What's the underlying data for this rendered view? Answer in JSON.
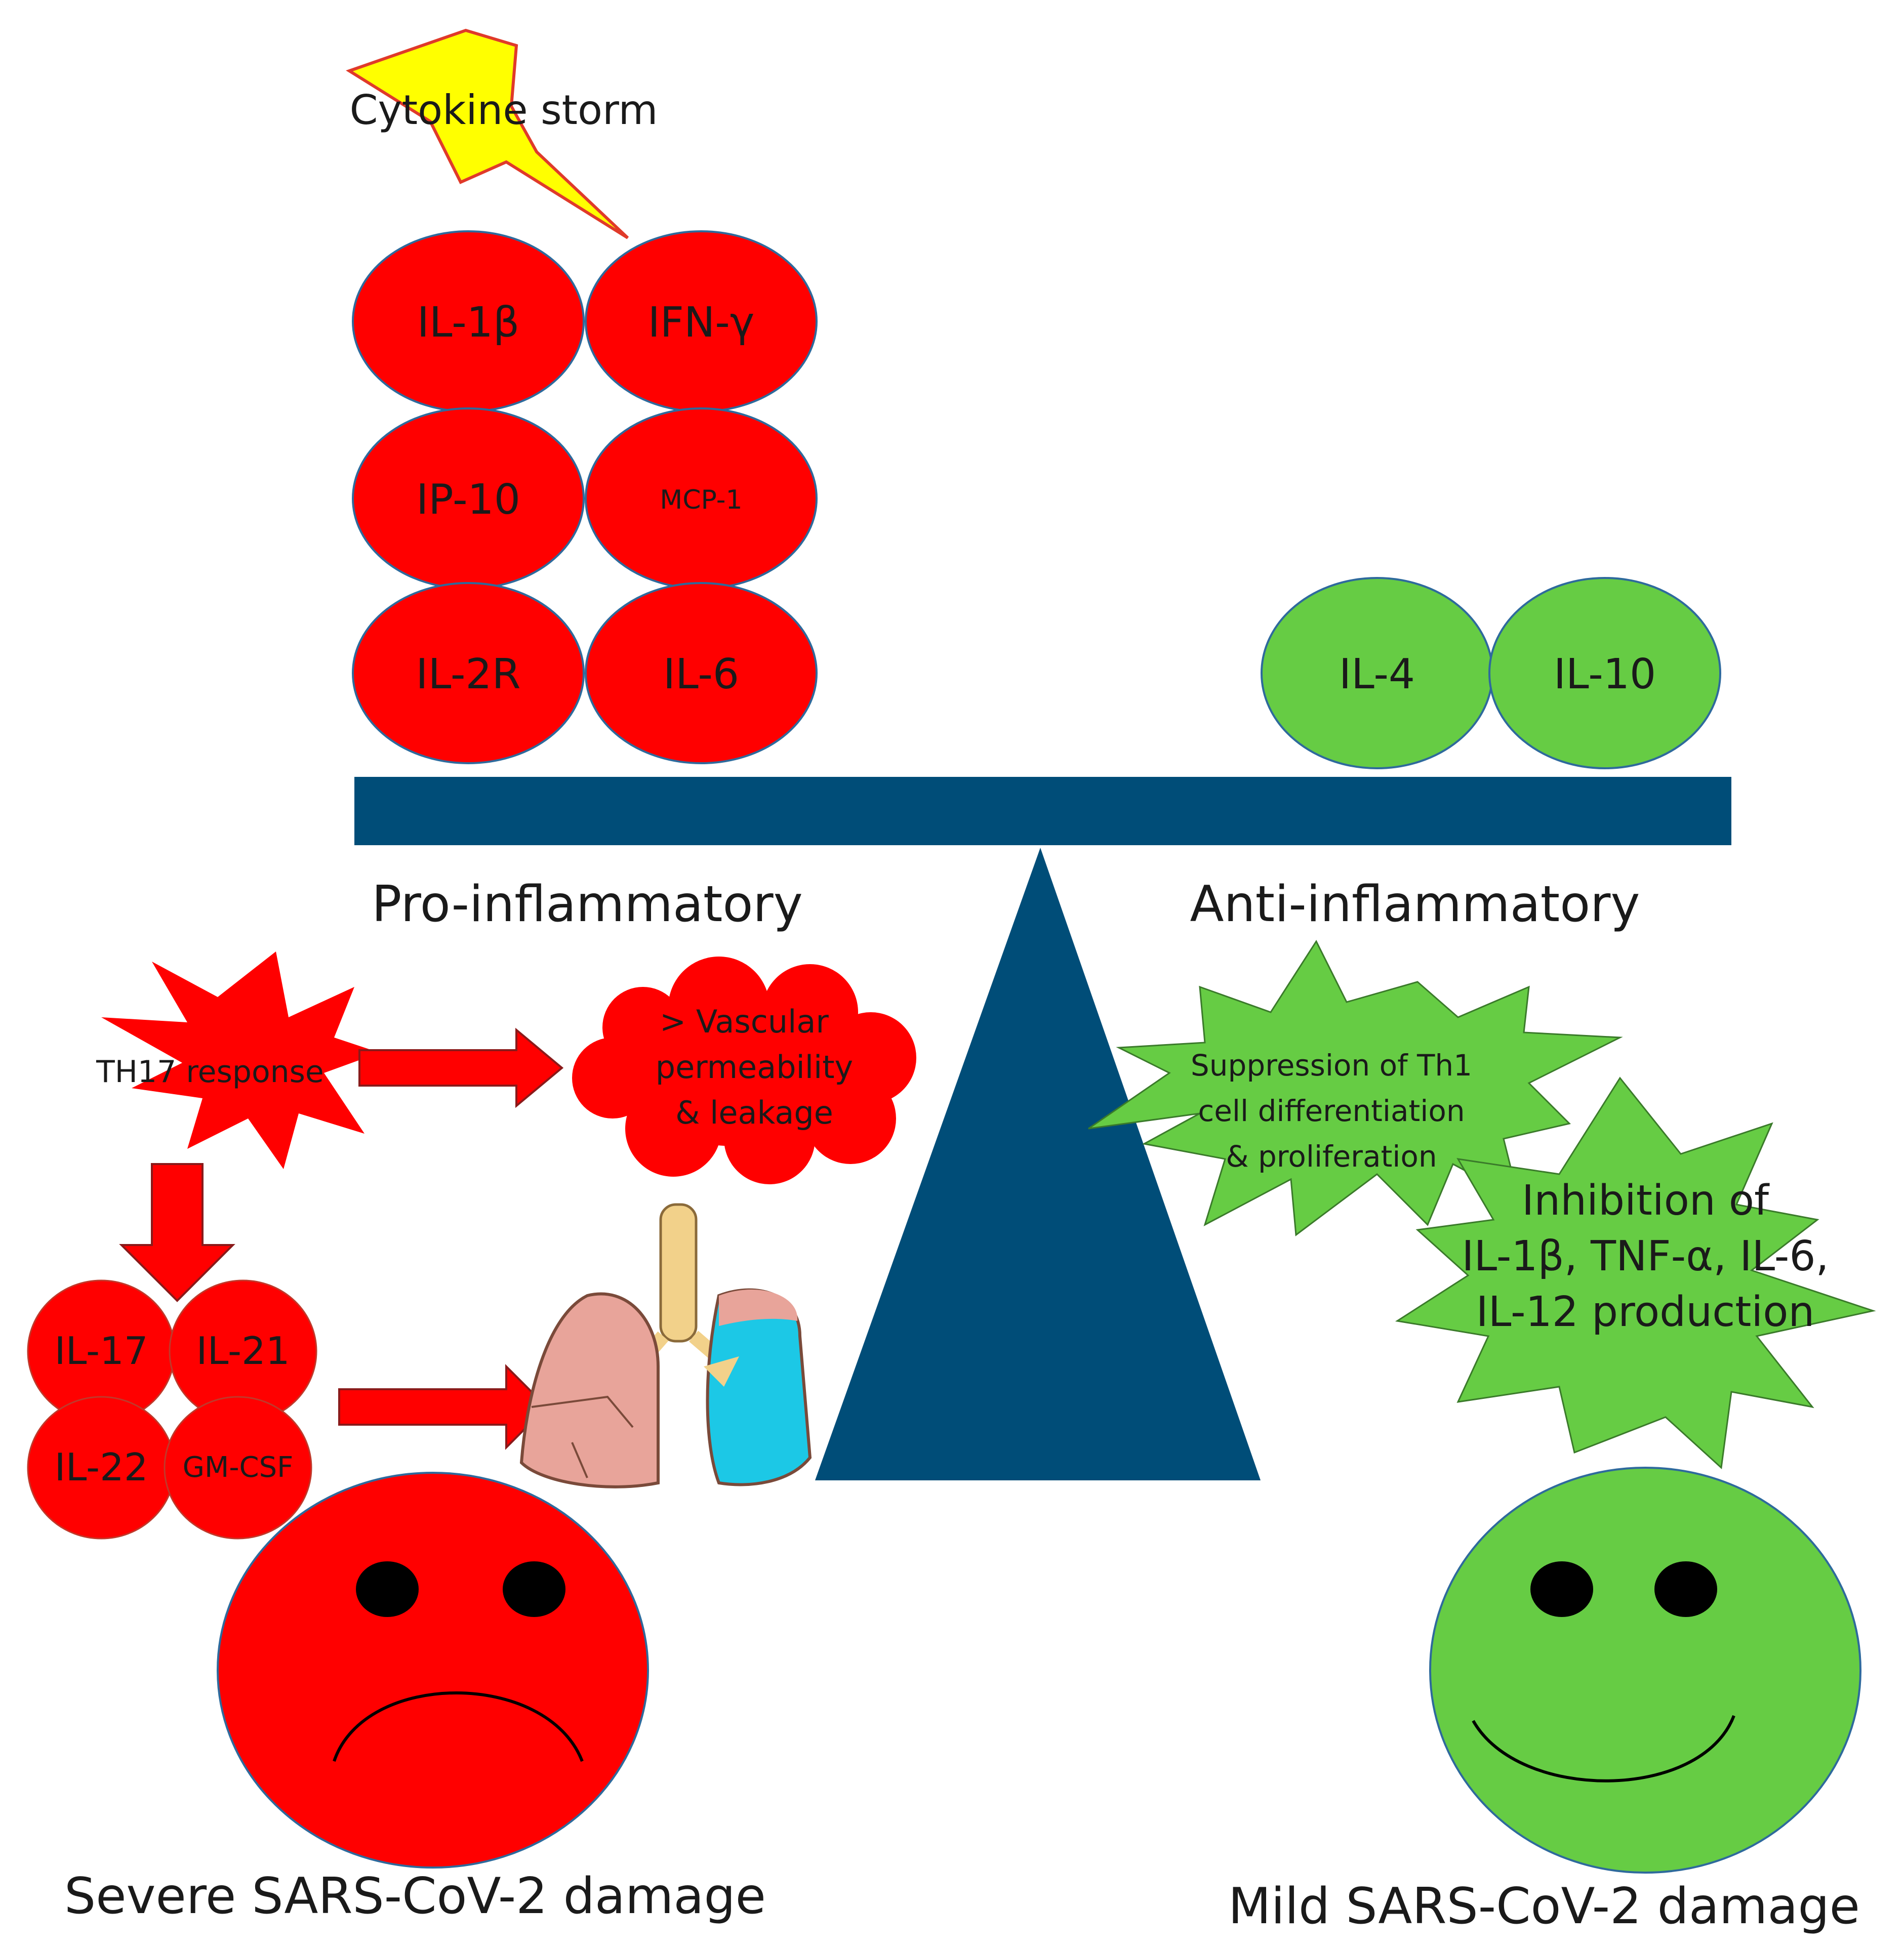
{
  "colors": {
    "pro": "#ff0000",
    "anti": "#66cc44",
    "scale": "#004d78",
    "lightning": "#ffff00",
    "outline_red": "#c0392b",
    "outline_blue": "#2e6a9c",
    "text": "#1a1a1a"
  },
  "title": {
    "cytokine_storm": "Cytokine storm"
  },
  "pro_cytokines": [
    "IL-1β",
    "IFN-γ",
    "IP-10",
    "MCP-1",
    "IL-2R",
    "IL-6"
  ],
  "anti_cytokines": [
    "IL-4",
    "IL-10"
  ],
  "labels": {
    "pro": "Pro-inflammatory",
    "anti": "Anti-inflammatory"
  },
  "th17": {
    "response": "TH17 response",
    "cytokines": [
      "IL-17",
      "IL-21",
      "IL-22",
      "GM-CSF"
    ]
  },
  "vascular": [
    "> Vascular",
    "permeability",
    "& leakage"
  ],
  "suppression": [
    "Suppression of Th1",
    "cell differentiation",
    "& proliferation"
  ],
  "inhibition": [
    "Inhibition of",
    "IL-1β, TNF-α, IL-6,",
    "IL-12 production"
  ],
  "outcomes": {
    "severe": "Severe SARS-CoV-2 damage",
    "mild": "Mild SARS-CoV-2 damage"
  },
  "icons": {
    "lightning": "lightning-icon",
    "lungs": "lungs-icon",
    "sad_face": "sad-face-icon",
    "happy_face": "happy-face-icon"
  }
}
